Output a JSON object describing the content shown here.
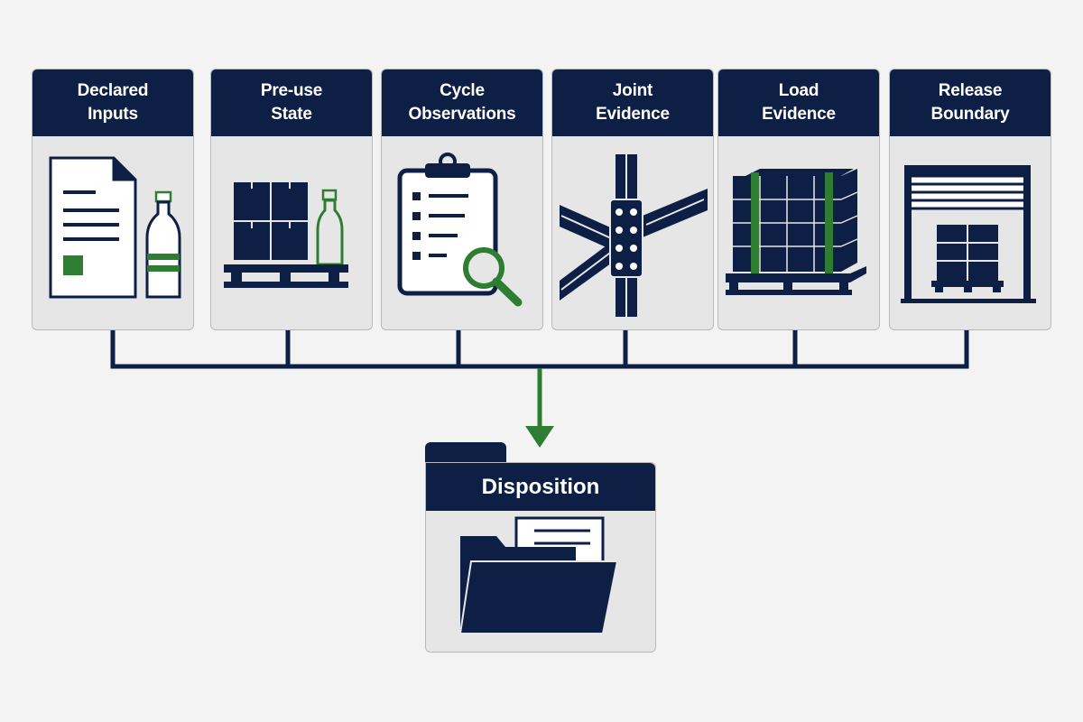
{
  "stages": [
    {
      "title": "Declared\nInputs",
      "icon": "document-and-bottle-icon"
    },
    {
      "title": "Pre-use\nState",
      "icon": "pallet-boxes-bottle-icon"
    },
    {
      "title": "Cycle\nObservations",
      "icon": "clipboard-magnifier-icon"
    },
    {
      "title": "Joint\nEvidence",
      "icon": "rack-joint-icon"
    },
    {
      "title": "Load\nEvidence",
      "icon": "wrapped-pallet-load-icon"
    },
    {
      "title": "Release\nBoundary",
      "icon": "loading-dock-door-icon"
    }
  ],
  "disposition": {
    "title": "Disposition",
    "icon": "folder-with-document-icon"
  },
  "colors": {
    "navy": "#0d1f45",
    "green": "#2e7d32",
    "card": "#e6e6e6",
    "background": "#f3f3f3"
  }
}
